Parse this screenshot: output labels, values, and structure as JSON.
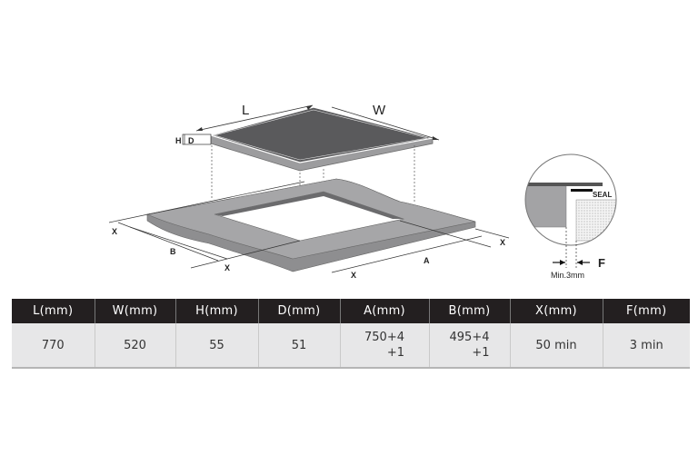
{
  "diagram": {
    "hob_labels": {
      "length": "L",
      "width": "W",
      "height": "H",
      "depth": "D"
    },
    "worktop_labels": {
      "cutout_length": "A",
      "cutout_width": "B",
      "clearance": "X"
    },
    "detail": {
      "seal": "SEAL",
      "gap": "F",
      "gap_note": "Min.3mm"
    }
  },
  "table": {
    "headers": [
      "L(mm)",
      "W(mm)",
      "H(mm)",
      "D(mm)",
      "A(mm)",
      "B(mm)",
      "X(mm)",
      "F(mm)"
    ],
    "values": {
      "L": "770",
      "W": "520",
      "H": "55",
      "D": "51",
      "A_main": "750+4",
      "A_tol": "+1",
      "B_main": "495+4",
      "B_tol": "+1",
      "X": "50 min",
      "F": "3 min"
    }
  },
  "colors": {
    "header_bg": "#231f20",
    "row_bg": "#e7e7e8",
    "hob_top": "#5a5a5c",
    "worktop": "#a3a3a5"
  }
}
